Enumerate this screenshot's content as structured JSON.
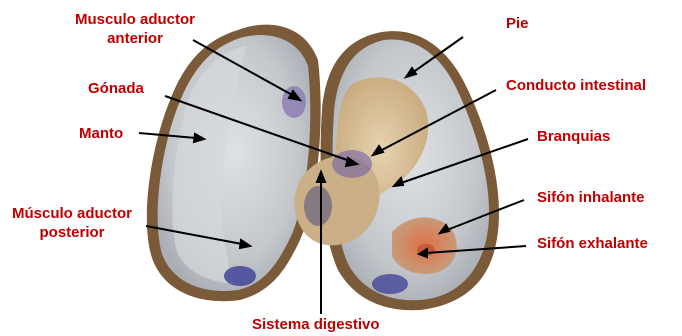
{
  "colors": {
    "label_text": "#c00000",
    "arrow": "#000000",
    "shell_edge": "#7a5a38",
    "shell_inner": "#c9ccd1",
    "body_tissue": "#d8c09a",
    "gonad_purple": "#6a5aa8"
  },
  "labels": {
    "musculo_aductor_anterior": [
      "Musculo aductor",
      "anterior"
    ],
    "gonada": "Gónada",
    "manto": "Manto",
    "musculo_aductor_posterior": [
      "Músculo aductor",
      "posterior"
    ],
    "pie": "Pie",
    "conducto_intestinal": "Conducto intestinal",
    "branquias": "Branquias",
    "sifon_inhalante": "Sifón inhalante",
    "sifon_exhalante": "Sifón exhalante",
    "sistema_digestivo": "Sistema digestivo"
  }
}
